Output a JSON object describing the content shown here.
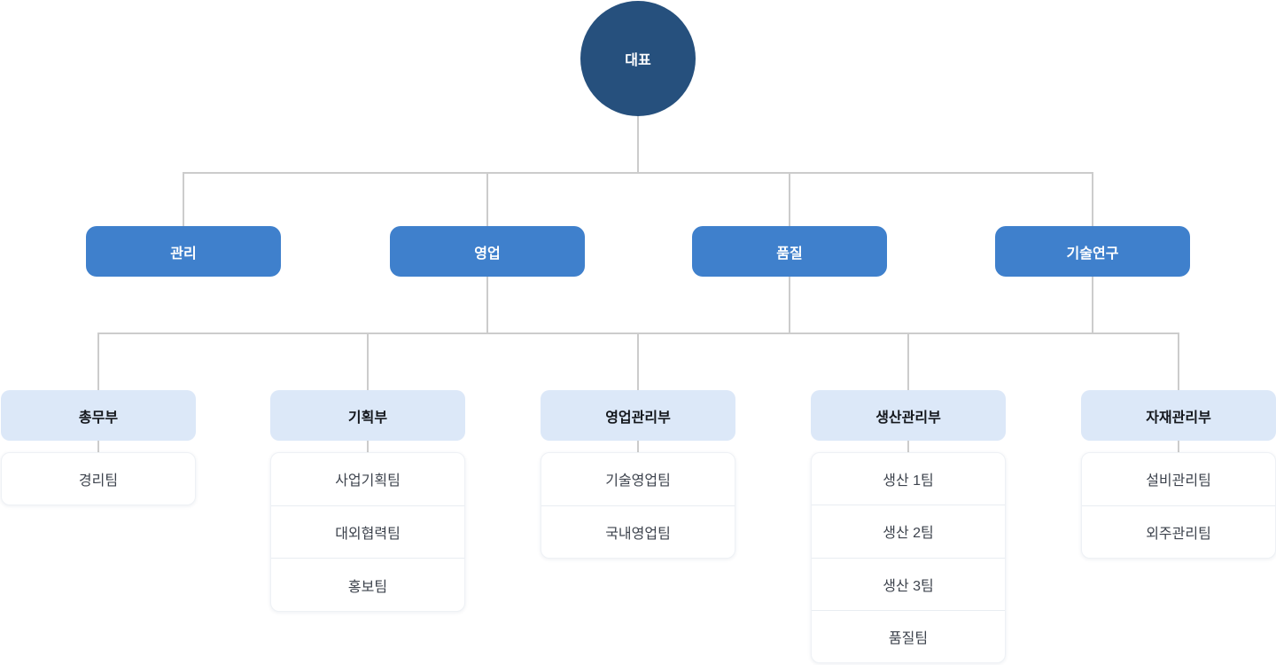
{
  "root": {
    "label": "대표"
  },
  "divisions": [
    {
      "label": "관리"
    },
    {
      "label": "영업"
    },
    {
      "label": "품질"
    },
    {
      "label": "기술연구"
    }
  ],
  "departments": [
    {
      "label": "총무부",
      "teams": [
        "경리팀"
      ]
    },
    {
      "label": "기획부",
      "teams": [
        "사업기획팀",
        "대외협력팀",
        "홍보팀"
      ]
    },
    {
      "label": "영업관리부",
      "teams": [
        "기술영업팀",
        "국내영업팀"
      ]
    },
    {
      "label": "생산관리부",
      "teams": [
        "생산 1팀",
        "생산 2팀",
        "생산 3팀",
        "품질팀"
      ]
    },
    {
      "label": "자재관리부",
      "teams": [
        "설비관리팀",
        "외주관리팀"
      ]
    }
  ],
  "colors": {
    "root_node": "#26507d",
    "division_node": "#3f80cc",
    "department_node": "#dce8f8",
    "team_card": "#ffffff",
    "connector": "#cccccc"
  }
}
